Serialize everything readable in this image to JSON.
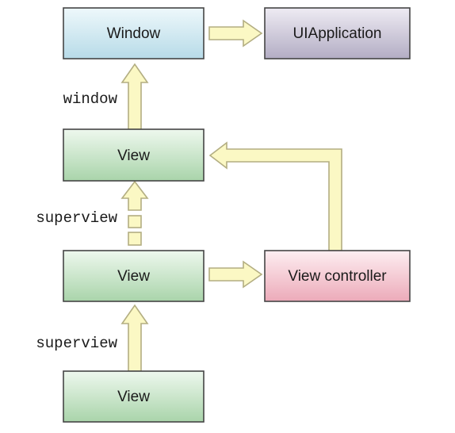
{
  "nodes": {
    "window": {
      "label": "Window"
    },
    "ui_application": {
      "label": "UIApplication"
    },
    "view_top": {
      "label": "View"
    },
    "view_middle": {
      "label": "View"
    },
    "view_controller": {
      "label": "View controller"
    },
    "view_bottom": {
      "label": "View"
    }
  },
  "edges": {
    "window_label": "window",
    "superview_label_dashed": "superview",
    "superview_label_solid": "superview"
  },
  "colors": {
    "window_box": "#cde8f2",
    "application_box": "#cfcbd9",
    "view_box": "#cfe8cf",
    "controller_box": "#f6c9d3",
    "arrow_fill": "#fbf8c4"
  }
}
